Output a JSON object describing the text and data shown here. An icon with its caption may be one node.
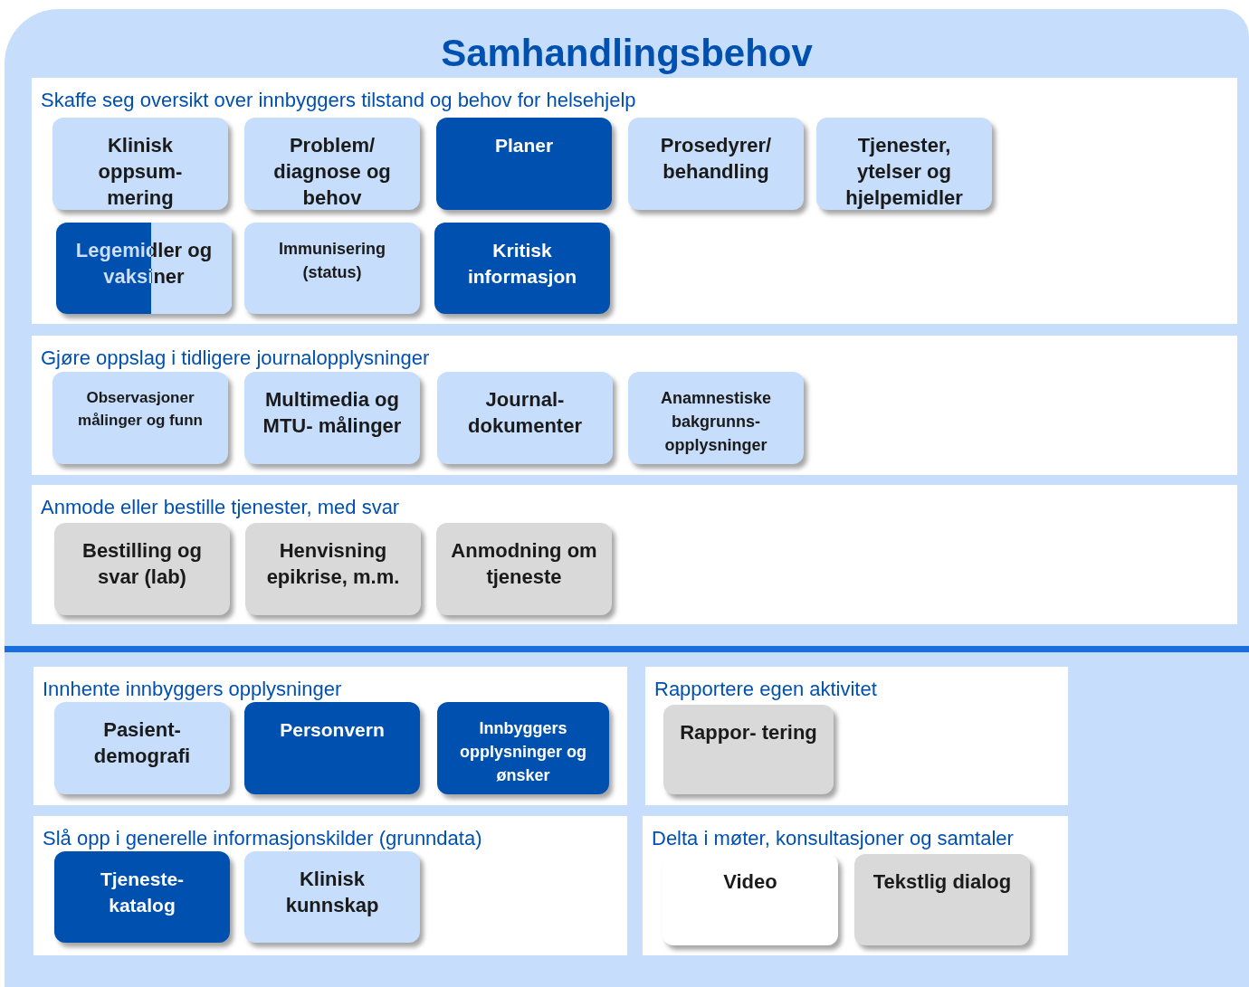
{
  "diagram": {
    "nodes": [
      {
        "text": [
          "Samhandlingsbehov"
        ]
      },
      {
        "text": [
          "Skaffe seg oversikt over innbyggers tilstand og behov for helsehjelp"
        ],
        "in": 0
      },
      {
        "text": [
          "Klinisk oppsum- mering"
        ],
        "in": 1
      },
      {
        "text": [
          "Problem/ diagnose og behov"
        ],
        "in": 1
      },
      {
        "text": [
          "Planer"
        ],
        "in": 1
      },
      {
        "text": [
          "Prosedyrer/ behandling"
        ],
        "in": 1
      },
      {
        "text": [
          "Tjenester, ytelser og hjelpemidler"
        ],
        "in": 1
      },
      {
        "text": [
          "Legemidler og vaksiner"
        ],
        "in": 1
      },
      {
        "text": [
          "Immunisering (status)"
        ],
        "in": 1
      },
      {
        "text": [
          "Kritisk informasjon"
        ],
        "in": 1
      },
      {
        "text": [
          "Gjøre oppslag i tidligere journalopplysninger"
        ],
        "in": 0
      },
      {
        "text": [
          "Observasjoner målinger og funn"
        ],
        "in": 10
      },
      {
        "text": [
          "Multimedia og MTU- målinger"
        ],
        "in": 10
      },
      {
        "text": [
          "Journal- dokumenter"
        ],
        "in": 10
      },
      {
        "text": [
          "Anamnestiske bakgrunns- opplysninger"
        ],
        "in": 10
      },
      {
        "text": [
          "Anmode eller bestille tjenester, med svar"
        ],
        "in": 0
      },
      {
        "text": [
          "Bestilling og svar (lab)"
        ],
        "in": 15
      },
      {
        "text": [
          "Henvisning epikrise, m.m."
        ],
        "in": 15
      },
      {
        "text": [
          "Anmodning om tjeneste"
        ],
        "in": 15
      },
      {
        "text": [
          "Innhente innbyggers opplysninger"
        ],
        "in": 0
      },
      {
        "text": [
          "Pasient- demografi"
        ],
        "in": 19
      },
      {
        "text": [
          "Personvern"
        ],
        "in": 19
      },
      {
        "text": [
          "Innbyggers opplysninger og ønsker"
        ],
        "in": 19
      },
      {
        "text": [
          "Rapportere egen aktivitet"
        ],
        "in": 0
      },
      {
        "text": [
          "Rappor- tering"
        ],
        "in": 23
      },
      {
        "text": [
          "Slå opp i generelle informasjonskilder (grunndata)"
        ],
        "in": 0
      },
      {
        "text": [
          "Tjeneste- katalog"
        ],
        "in": 25
      },
      {
        "text": [
          "Klinisk kunnskap"
        ],
        "in": 25
      },
      {
        "text": [
          "Delta i møter, konsultasjoner og samtaler"
        ],
        "in": 0
      },
      {
        "text": [
          "Video"
        ],
        "in": 28
      },
      {
        "text": [
          "Tekstlig dialog"
        ],
        "in": 28
      }
    ]
  }
}
